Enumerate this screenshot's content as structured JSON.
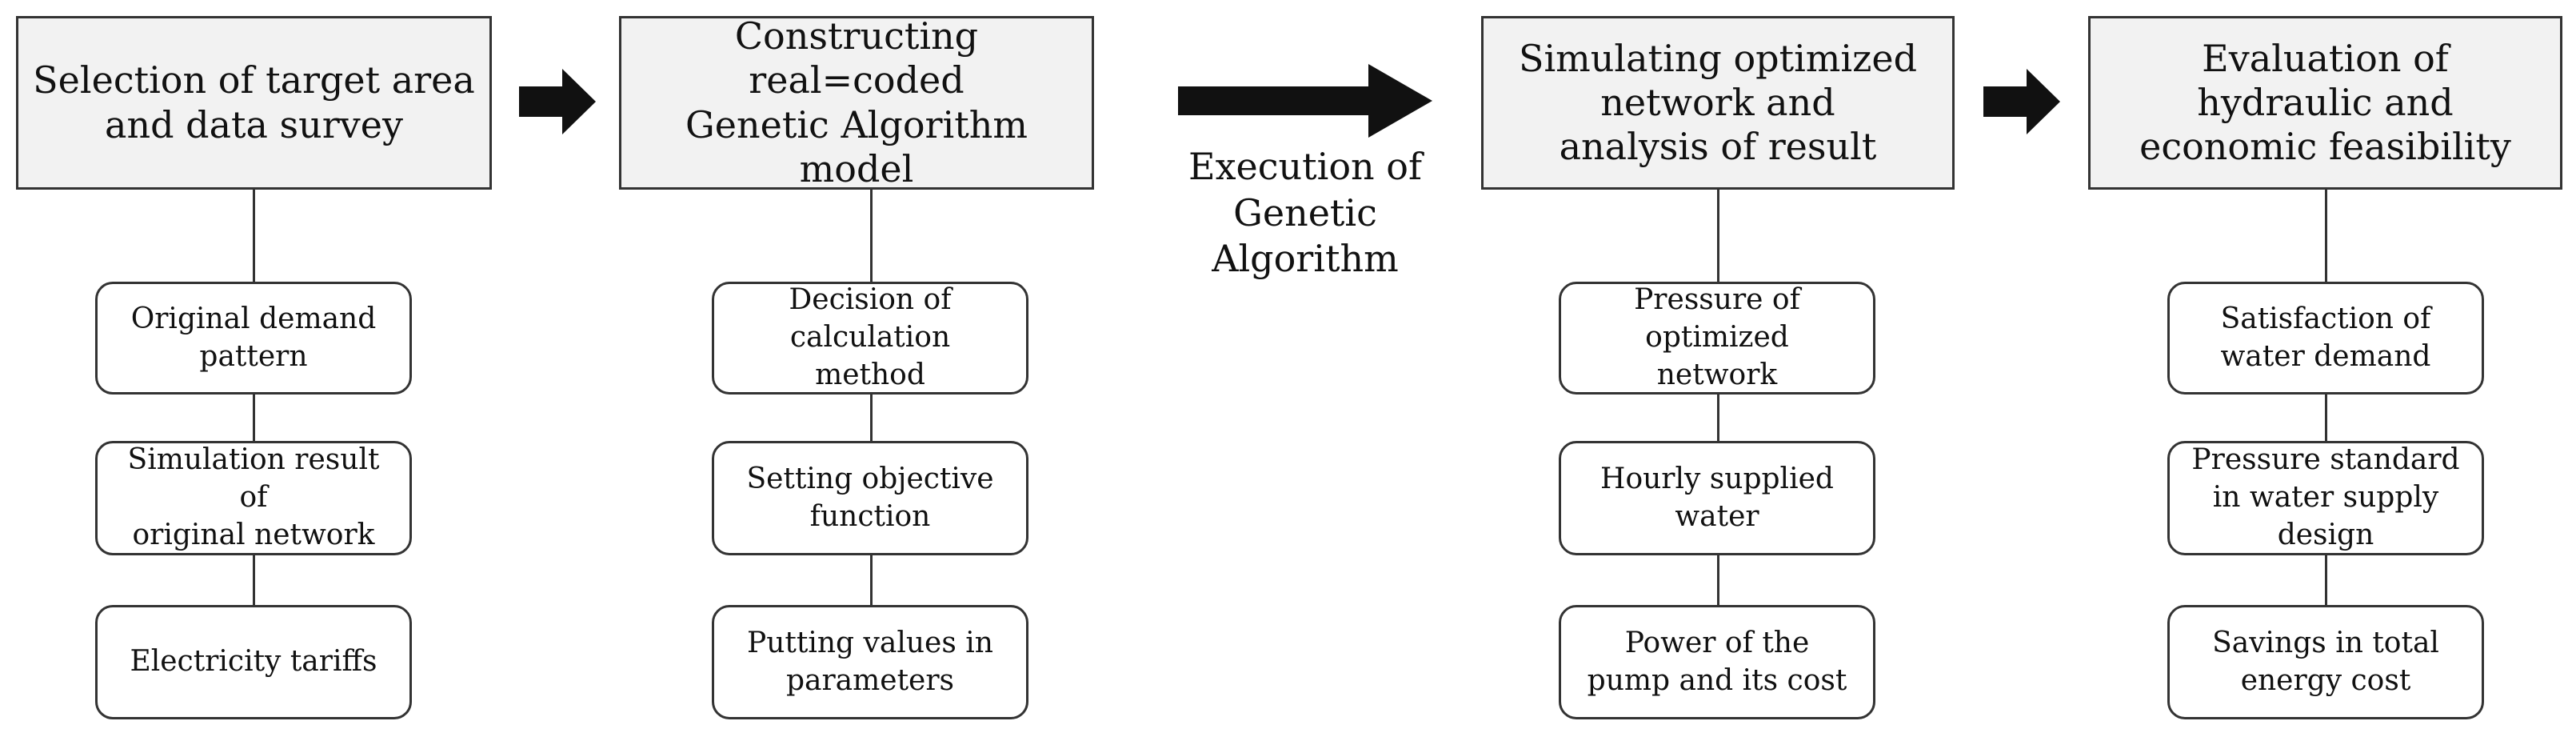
{
  "columns": [
    {
      "title": "Selection of target area\nand data survey",
      "items": [
        "Original demand\npattern",
        "Simulation result\nof\noriginal network",
        "Electricity tariffs"
      ]
    },
    {
      "title": "Constructing real=coded\nGenetic Algorithm\nmodel",
      "items": [
        "Decision of\ncalculation\nmethod",
        "Setting objective\nfunction",
        "Putting values in\nparameters"
      ]
    },
    {
      "title": "Simulating optimized\nnetwork and\nanalysis of result",
      "items": [
        "Pressure of\noptimized\nnetwork",
        "Hourly supplied\nwater",
        "Power of the\npump and its cost"
      ]
    },
    {
      "title": "Evaluation of\nhydraulic and\neconomic feasibility",
      "items": [
        "Satisfaction of\nwater demand",
        "Pressure standard\nin water supply\ndesign",
        "Savings in total\nenergy cost"
      ]
    }
  ],
  "arrow_label": "Execution of\nGenetic\nAlgorithm",
  "colors": {
    "header_fill": "#f2f2f2",
    "border": "#333333",
    "arrow": "#111111"
  }
}
